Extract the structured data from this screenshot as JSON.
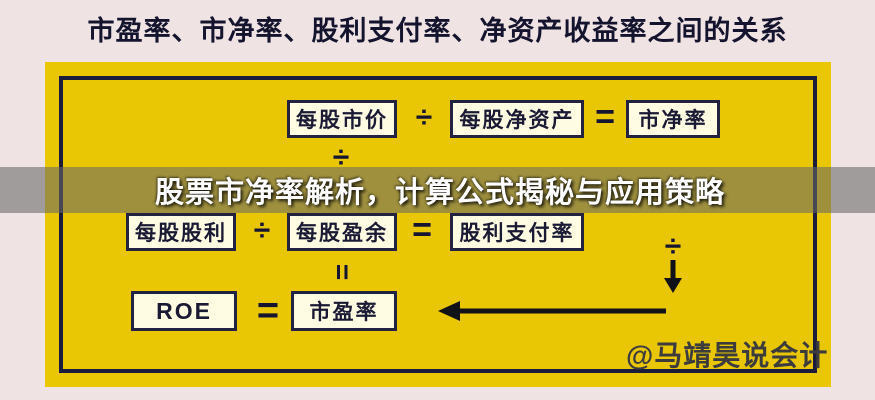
{
  "title": "市盈率、市净率、股利支付率、净资产收益率之间的关系",
  "banner": {
    "text": "股票市净率解析，计算公式揭秘与应用策略"
  },
  "watermark": "@马靖昊说会计",
  "diagram": {
    "boxes": {
      "price_per_share": "每股市价",
      "book_value_per_share": "每股净资产",
      "pb_ratio": "市净率",
      "dividend_per_share": "每股股利",
      "eps": "每股盈余",
      "payout_ratio": "股利支付率",
      "roe": "ROE",
      "pe_ratio": "市盈率"
    },
    "operators": {
      "divide": "÷",
      "equals": "="
    }
  },
  "colors": {
    "background": "#efe3e3",
    "panel_yellow": "#e9c704",
    "box_fill": "#fffce4",
    "line_dark": "#1b1b3a",
    "banner_overlay": "rgba(105,105,105,0.58)",
    "banner_text": "#ffffff",
    "watermark_text": "#3c3c3c"
  }
}
